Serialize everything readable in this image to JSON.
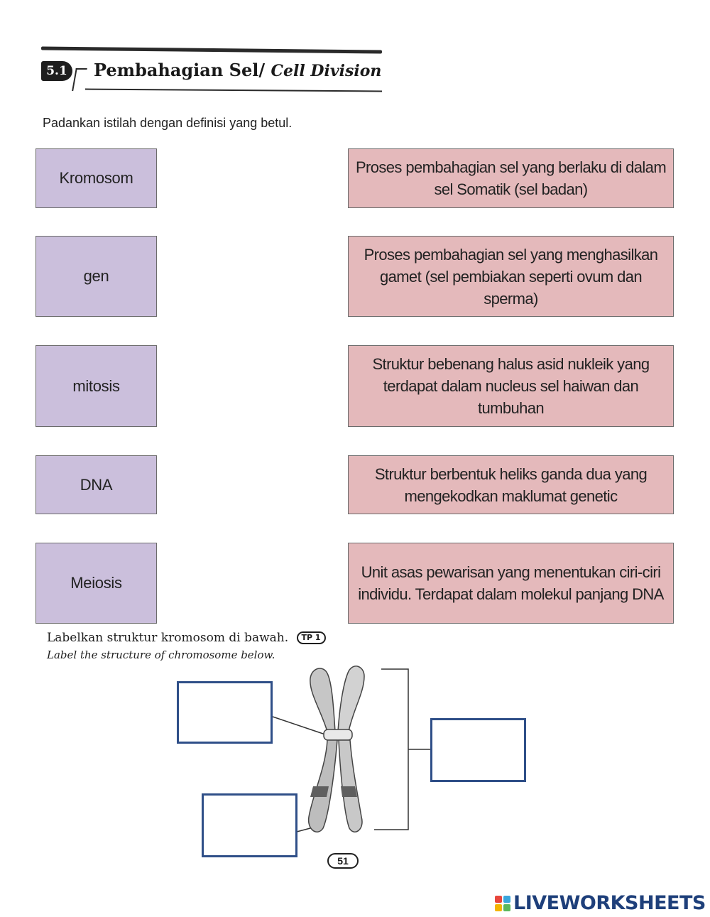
{
  "header": {
    "section_number": "5.1",
    "title_ms": "Pembahagian Sel/",
    "title_en": "Cell Division"
  },
  "instruction": "Padankan istilah dengan definisi yang betul.",
  "terms": [
    {
      "label": "Kromosom"
    },
    {
      "label": "gen"
    },
    {
      "label": "mitosis"
    },
    {
      "label": "DNA"
    },
    {
      "label": "Meiosis"
    }
  ],
  "definitions": [
    {
      "text": "Proses pembahagian sel yang berlaku di dalam sel Somatik (sel badan)"
    },
    {
      "text": "Proses pembahagian sel yang menghasilkan gamet (sel pembiakan seperti ovum dan sperma)"
    },
    {
      "text": "Struktur bebenang halus asid nukleik yang terdapat dalam nucleus sel haiwan dan tumbuhan"
    },
    {
      "text": "Struktur berbentuk heliks ganda dua yang mengekodkan maklumat genetic"
    },
    {
      "text": "Unit asas pewarisan yang menentukan ciri-ciri individu. Terdapat dalam molekul panjang DNA"
    }
  ],
  "labelling": {
    "title": "Labelkan struktur kromosom di bawah.",
    "level_badge": "TP 1",
    "subtitle": "Label the structure of chromosome below."
  },
  "page_number": "51",
  "brand": {
    "name": "LIVEWORKSHEETS",
    "color": "#1e3f7a",
    "mark_colors": [
      "#e8463c",
      "#3aa6dd",
      "#f4b400",
      "#5bb85d"
    ]
  },
  "colors": {
    "term_fill": "#cbbfdc",
    "definition_fill": "#e4b9bb",
    "answer_box_border": "#2f4f88"
  }
}
